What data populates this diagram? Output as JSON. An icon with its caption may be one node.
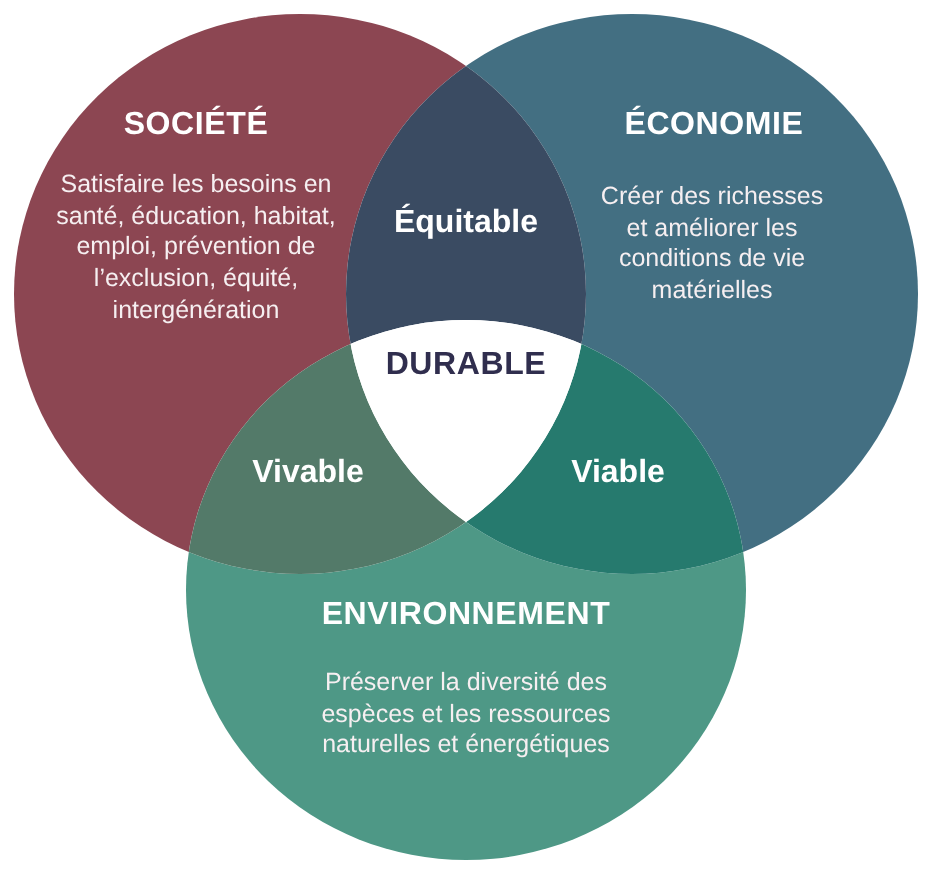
{
  "diagram": {
    "nodes": [
      {
        "text": [
          "SOCIÉTÉ",
          "Satisfaire les besoins en santé, éducation, habitat, emploi, prévention de l’exclusion, équité, intergénération"
        ]
      },
      {
        "text": [
          "Équitable"
        ]
      },
      {
        "text": [
          "ÉCONOMIE",
          "Créer des richesses et améliorer les conditions de vie matérielles"
        ]
      },
      {
        "text": [
          "DURABLE"
        ]
      },
      {
        "text": [
          "Vivable"
        ]
      },
      {
        "text": [
          "Viable"
        ]
      },
      {
        "text": [
          "ENVIRONNEMENT",
          "Préserver la diversité des espèces et les ressources naturelles et énergétiques"
        ]
      }
    ]
  }
}
